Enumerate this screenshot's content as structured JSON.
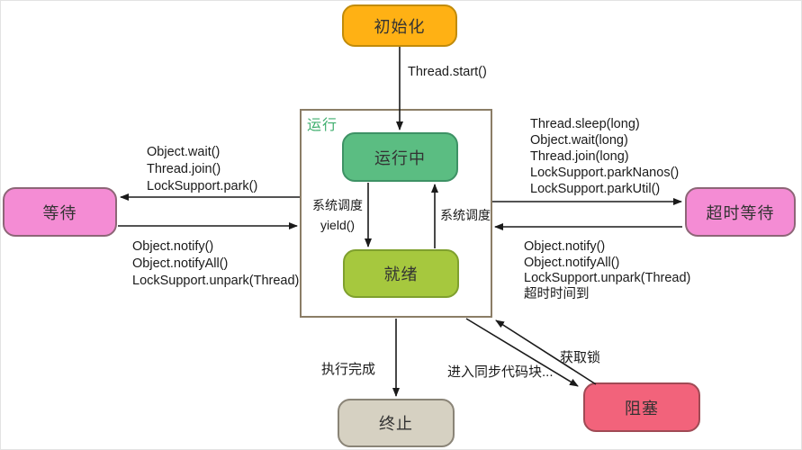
{
  "nodes": {
    "init": {
      "label": "初始化"
    },
    "run_group": {
      "label": "运行"
    },
    "running": {
      "label": "运行中"
    },
    "ready": {
      "label": "就绪"
    },
    "waiting": {
      "label": "等待"
    },
    "timed_waiting": {
      "label": "超时等待"
    },
    "terminated": {
      "label": "终止"
    },
    "blocked": {
      "label": "阻塞"
    }
  },
  "edges": {
    "thread_start": {
      "label": "Thread.start()"
    },
    "to_waiting": {
      "lines": [
        "Object.wait()",
        "Thread.join()",
        "LockSupport.park()"
      ]
    },
    "from_waiting": {
      "lines": [
        "Object.notify()",
        "Object.notifyAll()",
        "LockSupport.unpark(Thread)"
      ]
    },
    "to_timed_waiting": {
      "lines": [
        "Thread.sleep(long)",
        "Object.wait(long)",
        "Thread.join(long)",
        "LockSupport.parkNanos()",
        "LockSupport.parkUtil()"
      ]
    },
    "from_timed_waiting": {
      "lines": [
        "Object.notify()",
        "Object.notifyAll()",
        "LockSupport.unpark(Thread)",
        "超时时间到"
      ]
    },
    "yield": {
      "lines": [
        "系统调度",
        "yield()"
      ]
    },
    "system_schedule": {
      "label": "系统调度"
    },
    "complete": {
      "label": "执行完成"
    },
    "enter_sync": {
      "label": "进入同步代码块..."
    },
    "acquire_lock": {
      "label": "获取锁"
    }
  },
  "colors": {
    "init_fill": "#ffb114",
    "init_border": "#c18b0a",
    "running_fill": "#5bbd82",
    "running_border": "#3e9265",
    "ready_fill": "#a6c83e",
    "ready_border": "#7fa02e",
    "waiting_fill": "#f48cd4",
    "waiting_border": "#8d6677",
    "terminated_fill": "#d6d1c2",
    "terminated_border": "#8a8477",
    "blocked_fill": "#f2637b",
    "blocked_border": "#a04a55",
    "group_border": "#8b7d66",
    "group_label": "#3fae6e",
    "line": "#1a1a1a",
    "text": "#333333"
  }
}
